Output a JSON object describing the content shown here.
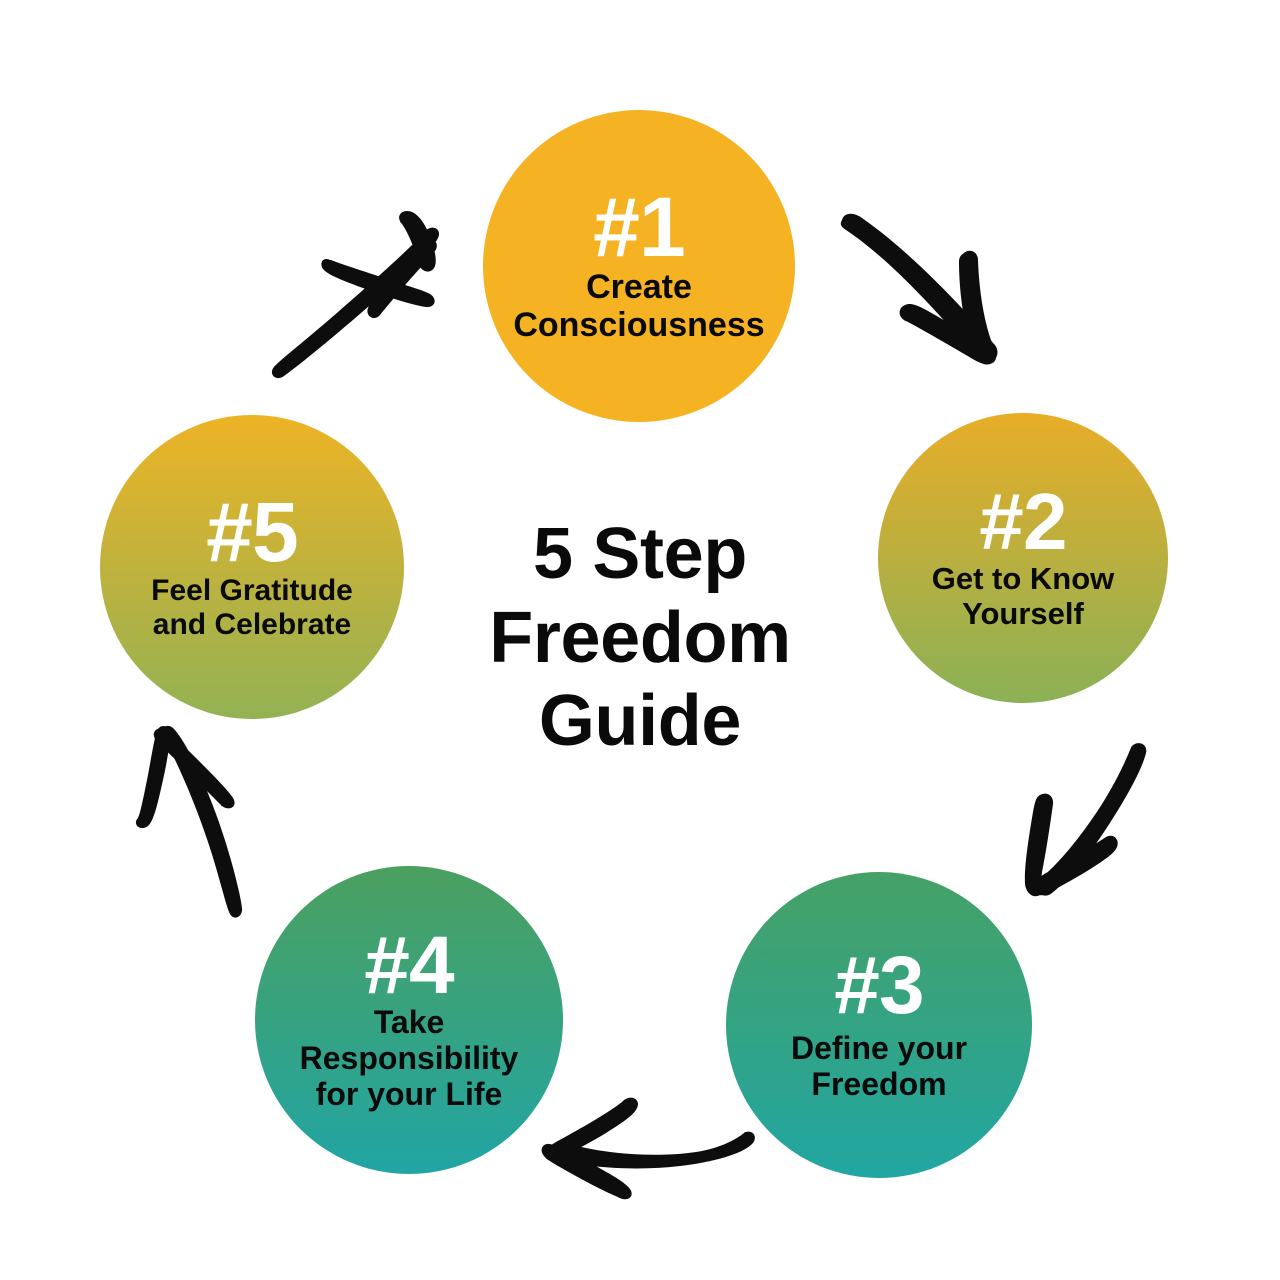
{
  "background_color": "#ffffff",
  "center": {
    "title": "5 Step\nFreedom\nGuide"
  },
  "steps": [
    {
      "id": "step-1",
      "number": "#1",
      "label": "Create\nConsciousness",
      "color_top": "#f5b223",
      "color_bottom": "#f5b223"
    },
    {
      "id": "step-2",
      "number": "#2",
      "label": "Get to Know\nYourself",
      "color_top": "#e8ad28",
      "color_bottom": "#8bb156"
    },
    {
      "id": "step-3",
      "number": "#3",
      "label": "Define your\nFreedom",
      "color_top": "#46a166",
      "color_bottom": "#21a6a2"
    },
    {
      "id": "step-4",
      "number": "#4",
      "label": "Take\nResponsibility\nfor your Life",
      "color_top": "#4ba05f",
      "color_bottom": "#21a5a4"
    },
    {
      "id": "step-5",
      "number": "#5",
      "label": "Feel Gratitude\nand Celebrate",
      "color_top": "#edb325",
      "color_bottom": "#93b254"
    }
  ],
  "arrows": [
    {
      "id": "arrow-1-to-2",
      "direction": "down-right",
      "color": "#0d0d0d"
    },
    {
      "id": "arrow-2-to-3",
      "direction": "down-left",
      "color": "#0d0d0d"
    },
    {
      "id": "arrow-3-to-4",
      "direction": "left",
      "color": "#0d0d0d"
    },
    {
      "id": "arrow-4-to-5",
      "direction": "up",
      "color": "#0d0d0d"
    },
    {
      "id": "arrow-5-to-1",
      "direction": "up-right",
      "color": "#0d0d0d"
    }
  ]
}
